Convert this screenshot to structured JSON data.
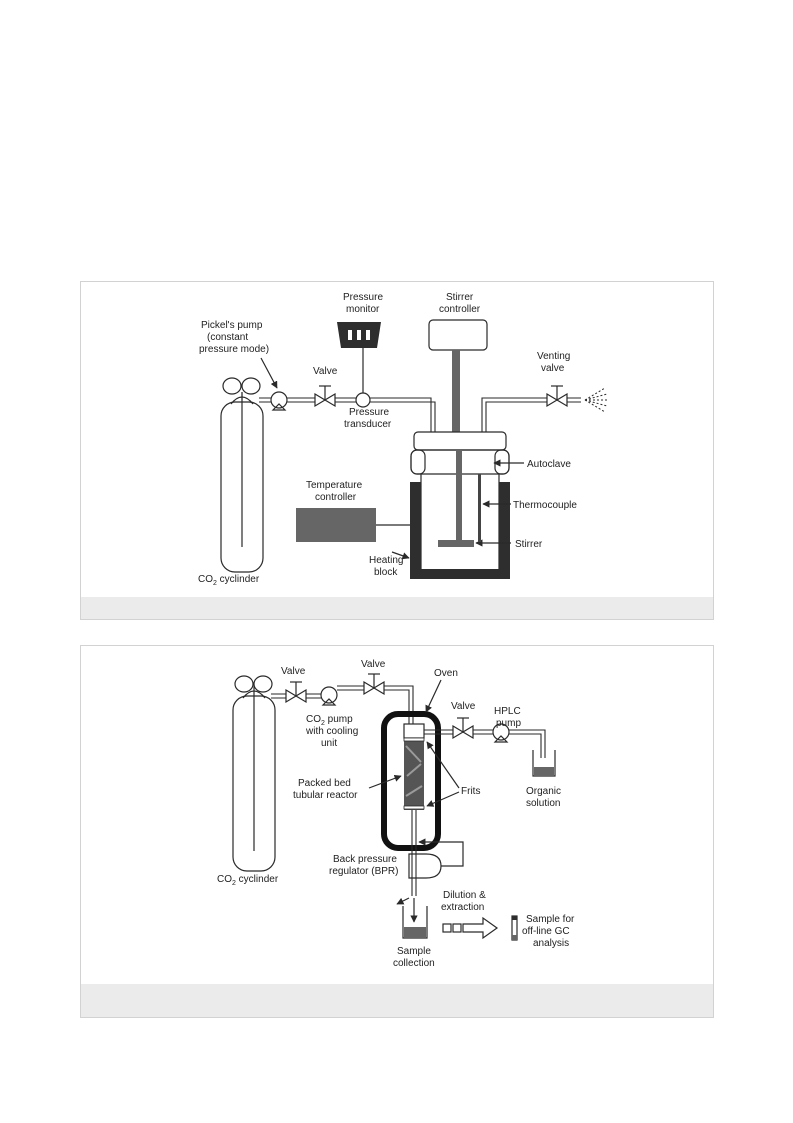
{
  "panel_a": {
    "pickels_pump": [
      "Pickel's pump",
      "(constant",
      "pressure mode)"
    ],
    "pressure_monitor": [
      "Pressure",
      "monitor"
    ],
    "stirrer_controller": [
      "Stirrer",
      "controller"
    ],
    "valve": "Valve",
    "pressure_transducer": [
      "Pressure",
      "transducer"
    ],
    "venting_valve": [
      "Venting",
      "valve"
    ],
    "autoclave": "Autoclave",
    "temperature_controller": [
      "Temperature",
      "controller"
    ],
    "thermocouple": "Thermocouple",
    "stirrer": "Stirrer",
    "heating_block": [
      "Heating",
      "block"
    ],
    "co2_cylinder": {
      "pre": "CO",
      "sub": "2",
      "post": " cyclinder"
    }
  },
  "panel_b": {
    "valve_1": "Valve",
    "valve_2": "Valve",
    "valve_3": "Valve",
    "oven": "Oven",
    "co2_pump": {
      "pre": "CO",
      "sub": "2",
      "post": " pump"
    },
    "co2_pump_rest": [
      "with cooling",
      "unit"
    ],
    "hplc_pump": [
      "HPLC",
      "pump"
    ],
    "packed_bed": [
      "Packed bed",
      "tubular reactor"
    ],
    "frits": "Frits",
    "organic_solution": [
      "Organic",
      "solution"
    ],
    "co2_cylinder": {
      "pre": "CO",
      "sub": "2",
      "post": " cyclinder"
    },
    "bpr": [
      "Back pressure",
      "regulator (BPR)"
    ],
    "dilution": [
      "Dilution &",
      "extraction"
    ],
    "sample_gc": [
      "Sample for",
      "off-line GC",
      "analysis"
    ],
    "sample_collection": [
      "Sample",
      "collection"
    ]
  },
  "colors": {
    "dark_fill": "#2e2e2e",
    "gray_fill": "#666666",
    "strip": "#ebebeb",
    "border": "#d2d2d2"
  }
}
